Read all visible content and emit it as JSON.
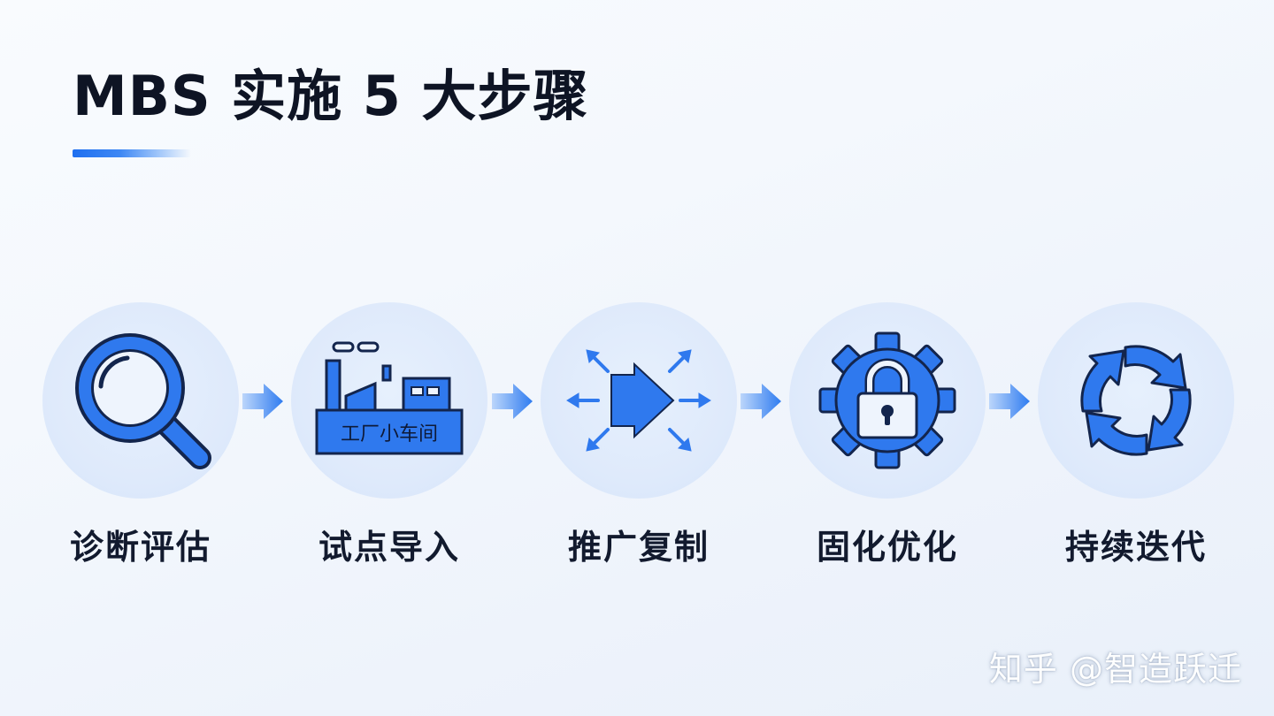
{
  "title": "MBS 实施 5 大步骤",
  "steps": [
    {
      "label": "诊断评估",
      "icon": "magnifier-icon"
    },
    {
      "label": "试点导入",
      "icon": "factory-icon",
      "icon_text": "工厂小车间"
    },
    {
      "label": "推广复制",
      "icon": "expand-arrows-icon"
    },
    {
      "label": "固化优化",
      "icon": "gear-lock-icon"
    },
    {
      "label": "持续迭代",
      "icon": "cycle-arrows-icon"
    }
  ],
  "connector_icon": "right-arrow-icon",
  "watermark": "知乎 @智造跃迁",
  "colors": {
    "primary": "#1f6ff0",
    "icon_fill": "#2f79ee",
    "icon_outline": "#13254d",
    "circle_bg": "#e2ecfc",
    "title": "#0e1424",
    "label": "#121a2e"
  }
}
